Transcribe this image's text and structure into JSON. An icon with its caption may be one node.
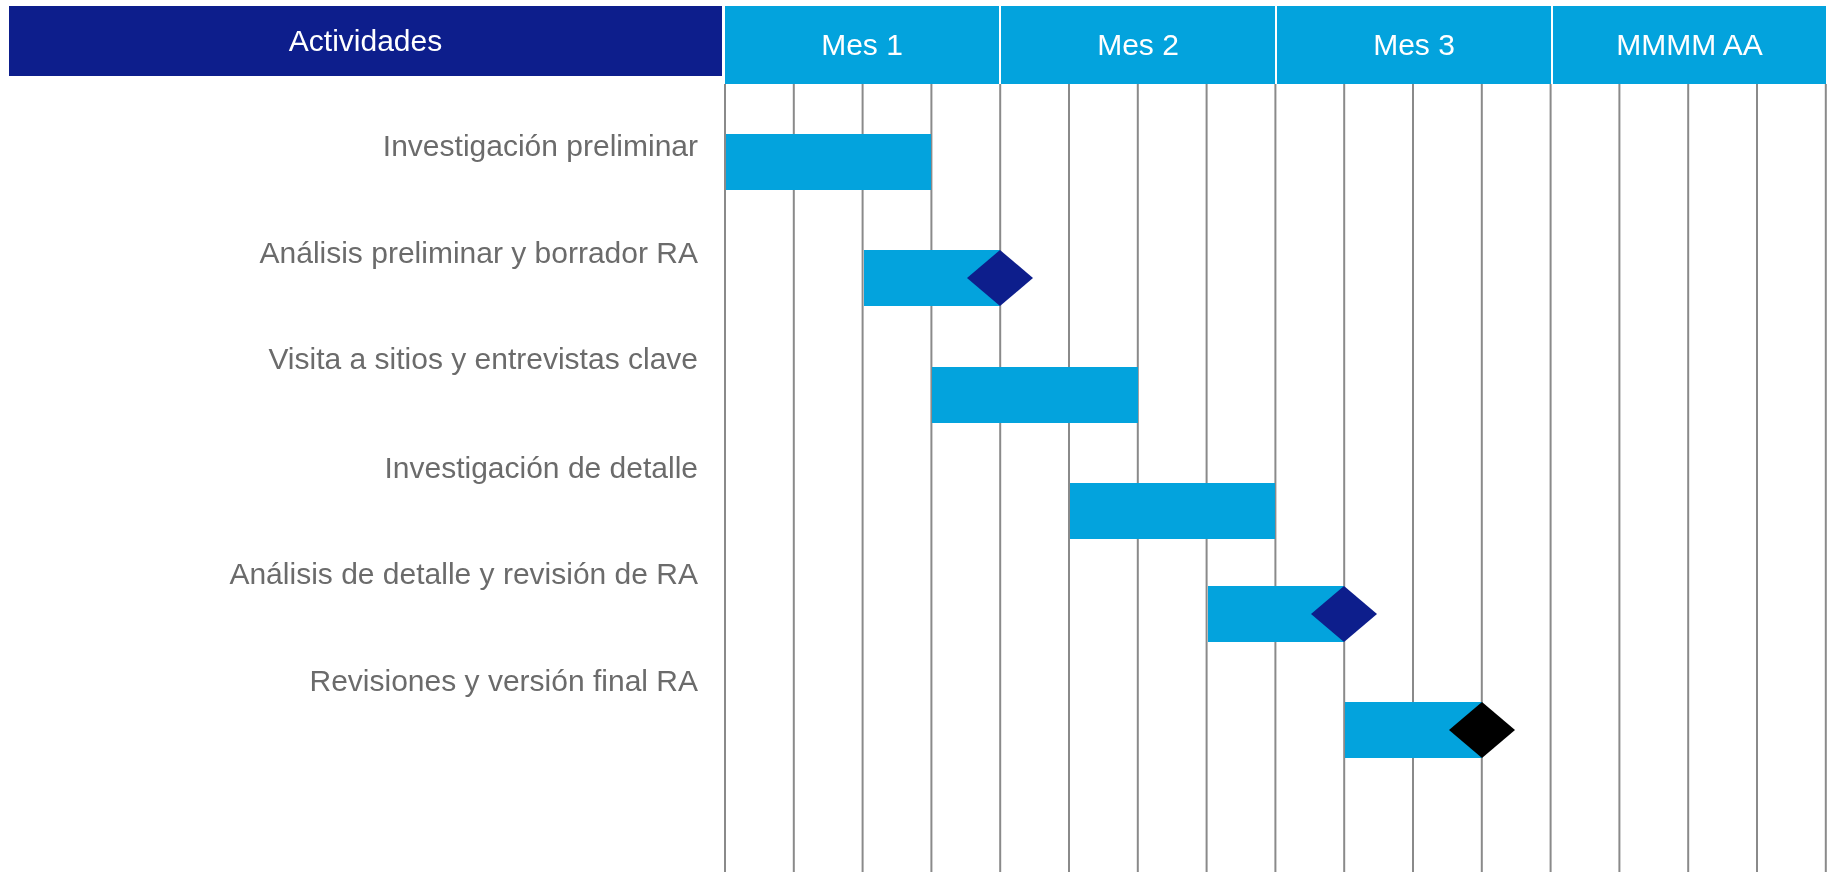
{
  "diagram": {
    "nodes": [
      {
        "text": [
          "Actividades"
        ]
      },
      {
        "text": [
          "Mes 1"
        ]
      },
      {
        "text": [
          "Mes 2"
        ]
      },
      {
        "text": [
          "Mes 3"
        ]
      },
      {
        "text": [
          "MMMM AA"
        ]
      },
      {
        "text": [],
        "shape": "bar"
      },
      {
        "text": [],
        "shape": "bar"
      },
      {
        "text": [],
        "shape": "diamond"
      },
      {
        "text": [],
        "shape": "bar"
      },
      {
        "text": [],
        "shape": "bar"
      },
      {
        "text": [],
        "shape": "bar"
      },
      {
        "text": [],
        "shape": "diamond"
      },
      {
        "text": [],
        "shape": "bar"
      },
      {
        "text": [],
        "shape": "diamond"
      }
    ],
    "labels": [
      "Investigación preliminar",
      "Análisis preliminar y borrador RA",
      "Visita a sitios y entrevistas clave",
      "Investigación de detalle",
      "Análisis de detalle y revisión de RA",
      "Revisiones y versión final RA"
    ]
  }
}
